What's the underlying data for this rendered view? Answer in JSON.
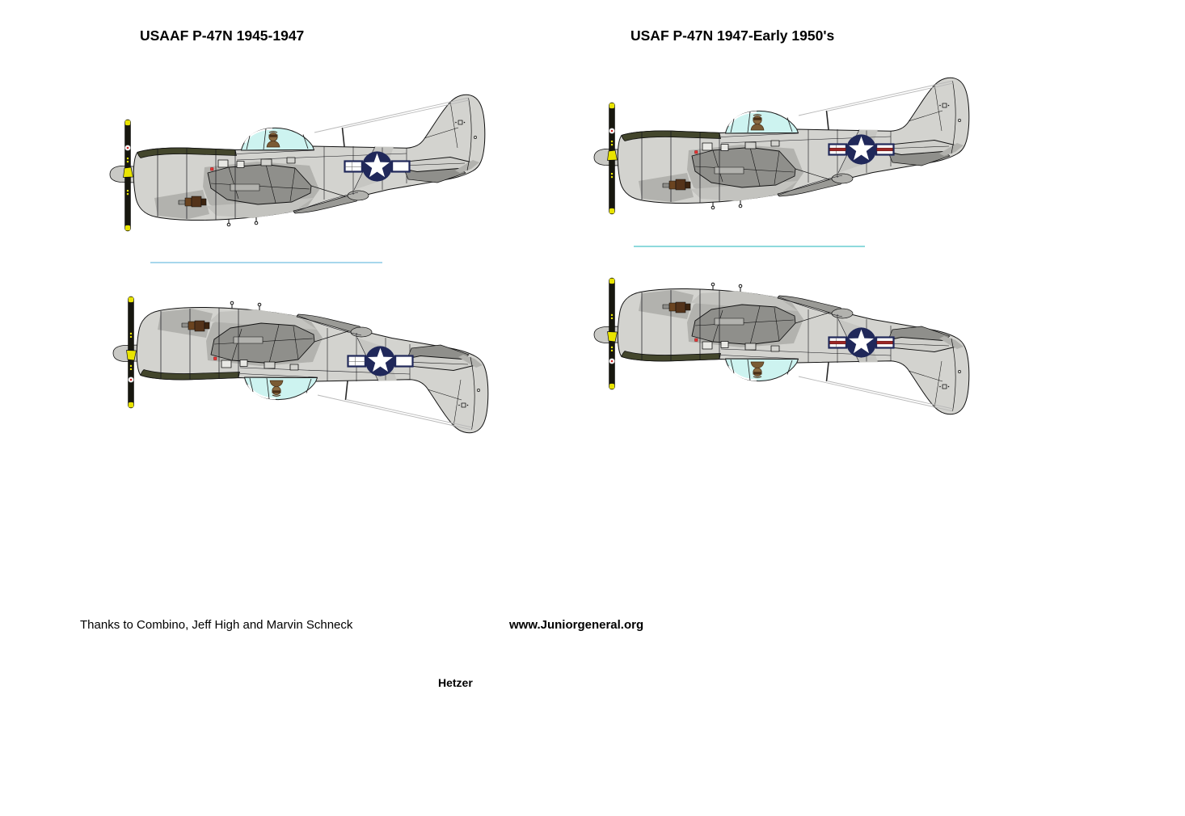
{
  "page": {
    "background_color": "#ffffff",
    "kind": "printable paper-miniature sheet"
  },
  "titles": {
    "left": "USAAF P-47N 1945-1947",
    "right": "USAF P-47N 1947-Early 1950's"
  },
  "footer": {
    "credits": "Thanks to Combino, Jeff High and Marvin Schneck",
    "website": "www.Juniorgeneral.org",
    "author": "Hetzer"
  },
  "aircraft": [
    {
      "id": "usaaf-upper",
      "variant": "USAAF P-47N 1945-1947",
      "orientation": "upright side profile, nose left",
      "insignia": "star-and-bars"
    },
    {
      "id": "usaf-upper",
      "variant": "USAF P-47N 1947-Early 1950's",
      "orientation": "upright side profile, nose left",
      "insignia": "star-and-bars-with-red-stripe"
    },
    {
      "id": "usaaf-lower",
      "variant": "USAAF P-47N 1945-1947",
      "orientation": "inverted fold-over side profile, nose left",
      "insignia": "star-and-bars"
    },
    {
      "id": "usaf-lower",
      "variant": "USAF P-47N 1947-Early 1950's",
      "orientation": "inverted fold-over side profile, nose left",
      "insignia": "star-and-bars-with-red-stripe"
    }
  ],
  "colors": {
    "fuselage_gray": "#d3d3cf",
    "camo_mid_gray": "#b2b2ae",
    "camo_dark_gray": "#8f8f8b",
    "antiglare_olive": "#43462c",
    "insignia_navy": "#20285a",
    "insignia_red_stripe": "#9c2626",
    "canopy_cyan": "#cdf3f0",
    "propeller_black": "#17170f",
    "prop_tip_yellow": "#e9e400",
    "fold_line_left": "#a7d7ec",
    "fold_line_right": "#8edadc"
  }
}
